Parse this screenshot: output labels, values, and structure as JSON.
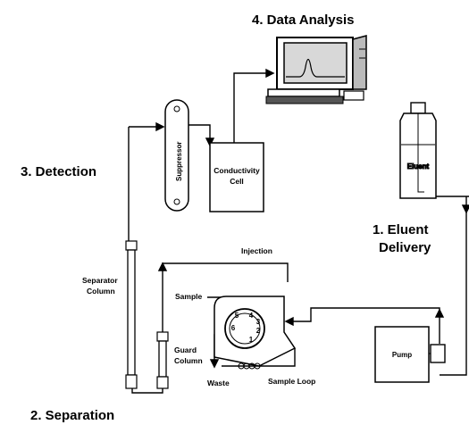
{
  "titles": {
    "data_analysis": "4. Data Analysis",
    "detection": "3. Detection",
    "eluent_delivery_line1": "1. Eluent",
    "eluent_delivery_line2": "Delivery",
    "separation": "2. Separation"
  },
  "components": {
    "suppressor": "Suppressor",
    "conductivity_line1": "Conductivity",
    "conductivity_line2": "Cell",
    "eluent": "Eluent",
    "pump": "Pump",
    "separator_line1": "Separator",
    "separator_line2": "Column",
    "guard_line1": "Guard",
    "guard_line2": "Column",
    "sample": "Sample",
    "injection": "Injection",
    "waste": "Waste",
    "sample_loop": "Sample Loop"
  },
  "valve_ports": [
    "1",
    "2",
    "3",
    "4",
    "5",
    "6"
  ],
  "colors": {
    "stroke": "#000000",
    "monitor_screen": "#d8d8d8"
  }
}
